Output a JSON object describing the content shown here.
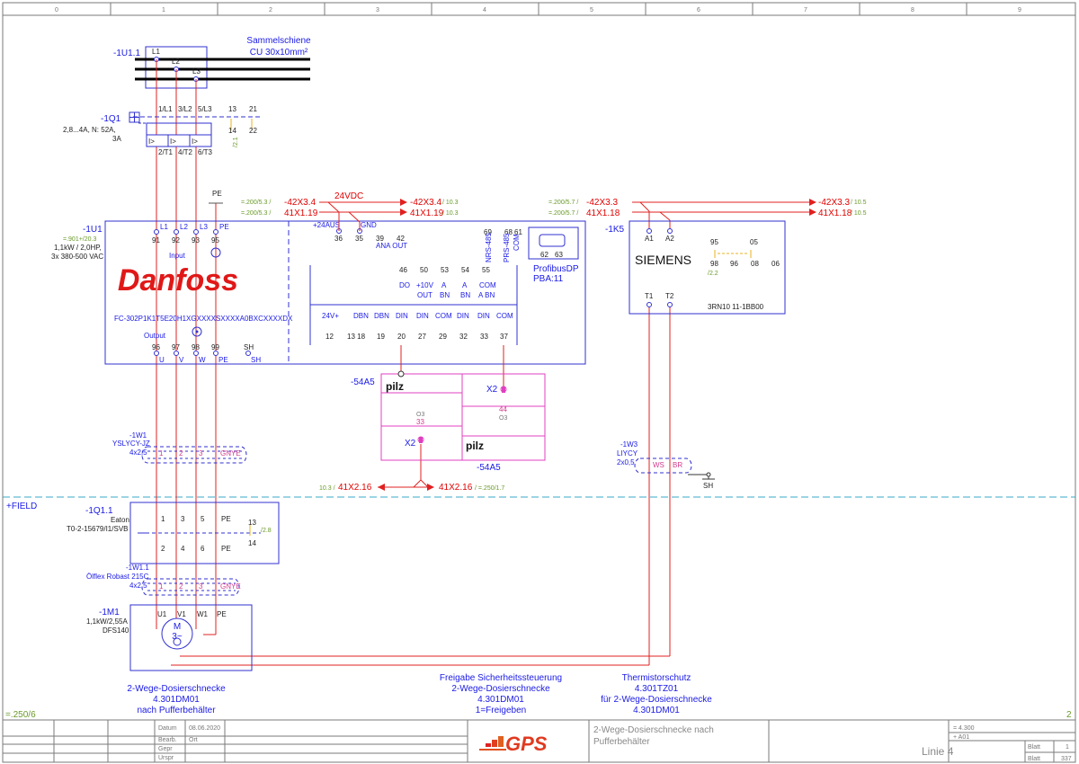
{
  "colors": {
    "frame": "#7a7a7a",
    "device": "#3030d0",
    "wire": "#e02020",
    "safety": "#e040c0",
    "field": "#3aa8c8",
    "ref": "#6a9a2a"
  },
  "columns": [
    "0",
    "1",
    "2",
    "3",
    "4",
    "5",
    "6",
    "7",
    "8",
    "9"
  ],
  "page_ref_left": "=.250/6",
  "page_no_right": "2",
  "busbar": {
    "tag": "-1U1.1",
    "title": "Sammelschiene",
    "subtitle": "CU 30x10mm²",
    "phases": [
      "L1",
      "L2",
      "L3"
    ]
  },
  "breaker": {
    "tag": "-1Q1",
    "rating_1": "2,8...4A, N: 52A,",
    "rating_2": "3A",
    "top_terminals": [
      "1/L1",
      "3/L2",
      "5/L3",
      "13",
      "21"
    ],
    "bot_terminals": [
      "2/T1",
      "4/T2",
      "6/T3",
      "14",
      "22"
    ],
    "trip_symbol": "I>",
    "ref": "/2.1"
  },
  "pe_label": "PE",
  "vfd": {
    "tag": "-1U1",
    "ref": "=.901+/20.3",
    "rating_1": "1,1kW / 2,0HP,",
    "rating_2": "3x 380-500 VAC",
    "in_labels": [
      "L1",
      "L2",
      "L3",
      "PE"
    ],
    "in_terms": [
      "91",
      "92",
      "93",
      "95"
    ],
    "input_label": "Input",
    "brand": "Danfoss",
    "type_code": "FC-302P1K1T5E20H1XGXXXXSXXXXA0BXCXXXXDX",
    "output_label": "Output",
    "out_terms": [
      "96",
      "97",
      "98",
      "99",
      "SH"
    ],
    "out_labels": [
      "U",
      "V",
      "W",
      "PE",
      "SH"
    ],
    "ctrl_top_terms": [
      "36",
      "35",
      "39",
      "42"
    ],
    "ctrl_top_labels": [
      "+24AUS",
      "GND",
      "ANA OUT"
    ],
    "rs485_terms": [
      "69",
      "68",
      "61"
    ],
    "rs485_labels": [
      "NRS-485",
      "PRS-485",
      "COM"
    ],
    "dig_upper_terms": [
      "46",
      "50",
      "53",
      "54",
      "55"
    ],
    "dig_upper_labels": [
      "DO",
      "+10V",
      "A",
      "A",
      "COM",
      "OUT",
      "BN",
      "BN",
      "A BN"
    ],
    "dig_lower_labels": [
      "24V+",
      "DBN",
      "DBN",
      "DIN",
      "DIN",
      "COM",
      "DIN",
      "DIN",
      "COM"
    ],
    "dig_lower_terms": [
      "12",
      "13 18",
      "19",
      "20",
      "27",
      "29",
      "32",
      "33",
      "37"
    ],
    "profibus_label": "ProfibusDP",
    "profibus_sub": "PBA:11",
    "profibus_pins": [
      "62",
      "63"
    ]
  },
  "xref_top_left": {
    "ref1": "=.200/5.3 /",
    "tag1": "-42X3.4",
    "ref2": "=.200/5.3 /",
    "tag2": "41X1.19",
    "supply": "24VDC",
    "out1": "-42X3.4",
    "out1_ref": "/ 10.3",
    "out2": "41X1.19",
    "out2_ref": "/ 10.3"
  },
  "xref_top_right": {
    "ref1": "=.200/5.7 /",
    "tag1": "-42X3.3",
    "ref2": "=.200/5.7 /",
    "tag2": "41X1.18",
    "out1": "-42X3.3",
    "out1_ref": "/ 10.5",
    "out2": "41X1.18",
    "out2_ref": "/ 10.5"
  },
  "relay": {
    "tag": "-1K5",
    "brand": "SIEMENS",
    "model": "3RN10 11-1BB00",
    "terms_top": [
      "A1",
      "A2"
    ],
    "terms_bot": [
      "T1",
      "T2"
    ],
    "contacts": [
      "95",
      "05",
      "98",
      "96",
      "08",
      "06"
    ],
    "ref": "/2.2"
  },
  "pilz": {
    "tag": "-54A5",
    "tag_bottom": "-54A5",
    "brand": "pilz",
    "x2": "X2",
    "o3_a": "O3",
    "o3_b": "33",
    "o3_c": "44",
    "o3_d": "O3"
  },
  "xref_mid": {
    "ref_left": "10.3 /",
    "tag_left": "41X2.16",
    "tag_right": "41X2.16",
    "ref_right": "/ =.250/1.7"
  },
  "cable_1w1": {
    "tag": "-1W1",
    "type": "YSLYCY-JZ",
    "size": "4x2,5",
    "cores": [
      "1",
      "2",
      "3",
      "GNYE"
    ]
  },
  "cable_1w3": {
    "tag": "-1W3",
    "type": "LIYCY",
    "size": "2x0,5",
    "cores": [
      "WS",
      "BR"
    ],
    "shield": "SH"
  },
  "field_label": "+FIELD",
  "switch": {
    "tag": "-1Q1.1",
    "brand": "Eaton",
    "model": "T0-2-15679/I1/SVB",
    "top": [
      "1",
      "3",
      "5",
      "PE"
    ],
    "bot": [
      "2",
      "4",
      "6",
      "PE"
    ],
    "aux_top": "13",
    "aux_bot": "14",
    "ref": "/2.8"
  },
  "cable_1w11": {
    "tag": "-1W1.1",
    "type": "Ölflex Robast 215C",
    "size": "4x2,5",
    "cores": [
      "1",
      "2",
      "3",
      "GNYE"
    ]
  },
  "motor": {
    "tag": "-1M1",
    "rating": "1,1kW/2,55A",
    "model": "DFS140",
    "terms": [
      "U1",
      "V1",
      "W1",
      "PE"
    ],
    "symbol": "M",
    "symbol_2": "3~"
  },
  "captions": {
    "motor": [
      "2-Wege-Dosierschnecke",
      "4.301DM01",
      "nach Pufferbehälter"
    ],
    "safety": [
      "Freigabe Sicherheitssteuerung",
      "2-Wege-Dosierschnecke",
      "4.301DM01",
      "1=Freigeben"
    ],
    "thermistor": [
      "Thermistorschutz",
      "4.301TZ01",
      "für 2-Wege-Dosierschnecke",
      "4.301DM01"
    ]
  },
  "title_block": {
    "row_labels": [
      "Datum",
      "Bearb.",
      "Gepr",
      "Urspr"
    ],
    "date": "08.06.2020",
    "editor": "Ort",
    "logo": "GPS",
    "desc_1": "2-Wege-Dosierschnecke nach",
    "desc_2": "Pufferbehälter",
    "code_1": "= 4.300",
    "code_2": "+ A01",
    "line": "Linie 4",
    "sheet_label": "Blatt",
    "sheet_no": "1",
    "sheets_label": "Blatt",
    "sheets_total": "337"
  }
}
